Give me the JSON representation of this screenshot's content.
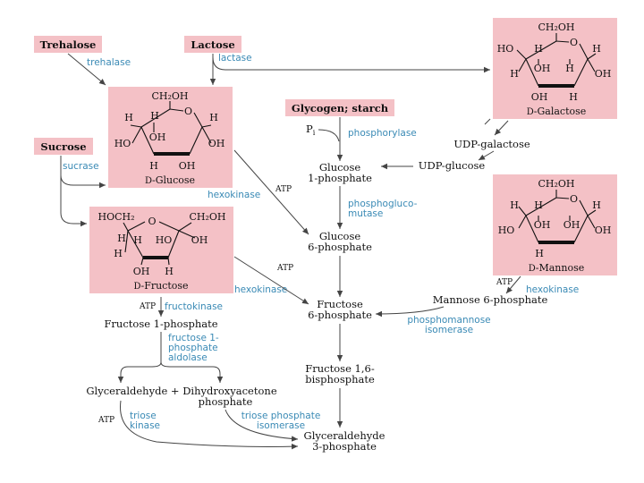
{
  "sources": {
    "trehalose": "Trehalose",
    "lactose": "Lactose",
    "sucrose": "Sucrose",
    "glycogen": "Glycogen; starch"
  },
  "enzymes": {
    "trehalase": "trehalase",
    "lactase": "lactase",
    "sucrase": "sucrase",
    "phosphorylase": "phosphorylase",
    "phosphoglucomutase_1": "phosphogluco-",
    "phosphoglucomutase_2": "mutase",
    "hexokinase": "hexokinase",
    "fructokinase": "fructokinase",
    "aldolase_1": "fructose 1-",
    "aldolase_2": "phosphate",
    "aldolase_3": "aldolase",
    "triose_kinase_1": "triose",
    "triose_kinase_2": "kinase",
    "tpi_1": "triose phosphate",
    "tpi_2": "isomerase",
    "phosphomannose_1": "phosphomannose",
    "phosphomannose_2": "isomerase"
  },
  "cofactors": {
    "atp": "ATP",
    "pi": "P",
    "pi_sub": "i"
  },
  "metabolites": {
    "udp_galactose": "UDP-galactose",
    "udp_glucose": "UDP-glucose",
    "g1p_1": "Glucose",
    "g1p_2": "1-phosphate",
    "g6p_1": "Glucose",
    "g6p_2": "6-phosphate",
    "f6p_1": "Fructose",
    "f6p_2": "6-phosphate",
    "f16bp_1": "Fructose 1,6-",
    "f16bp_2": "bisphosphate",
    "gap_1": "Glyceraldehyde",
    "gap_2": "3-phosphate",
    "f1p": "Fructose 1-phosphate",
    "trioses": "Glyceraldehyde + Dihydroxyacetone",
    "dhap_phosphate": "phosphate",
    "m6p": "Mannose 6-phosphate"
  },
  "structures": {
    "glucose": {
      "name_prefix": "D",
      "name": "-Glucose",
      "atoms": [
        "CH₂OH",
        "O",
        "H",
        "H",
        "OH",
        "H",
        "HO",
        "OH",
        "H",
        "OH"
      ]
    },
    "galactose": {
      "name_prefix": "D",
      "name": "-Galactose",
      "atoms": [
        "CH₂OH",
        "O",
        "HO",
        "H",
        "OH",
        "H",
        "H",
        "H",
        "OH",
        "H",
        "OH"
      ]
    },
    "mannose": {
      "name_prefix": "D",
      "name": "-Mannose",
      "atoms": [
        "CH₂OH",
        "O",
        "H",
        "H",
        "OH",
        "OH",
        "HO",
        "H",
        "H",
        "OH"
      ]
    },
    "fructose": {
      "name_prefix": "D",
      "name": "-Fructose",
      "atoms": [
        "HOCH₂",
        "O",
        "CH₂OH",
        "H",
        "H",
        "HO",
        "OH",
        "H",
        "OH",
        "H"
      ]
    }
  },
  "colors": {
    "box_fill": "#f4c1c6",
    "enzyme_text": "#3a8ab5",
    "arrow": "#444444",
    "text": "#111111"
  }
}
